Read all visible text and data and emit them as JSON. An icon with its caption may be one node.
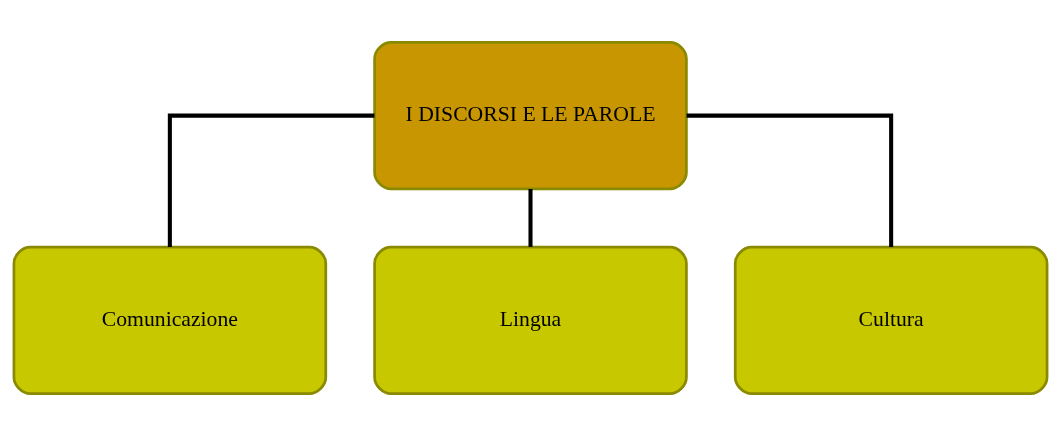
{
  "diagram": {
    "nodes": [
      {
        "text": [
          "I DISCORSI E LE PAROLE"
        ]
      },
      {
        "text": [
          "Comunicazione"
        ]
      },
      {
        "text": [
          "Lingua"
        ]
      },
      {
        "text": [
          "Cultura"
        ]
      }
    ],
    "edges": [
      {
        "from": 0,
        "to": 1,
        "arrow": "none"
      },
      {
        "from": 0,
        "to": 2,
        "arrow": "none"
      },
      {
        "from": 0,
        "to": 3,
        "arrow": "none"
      }
    ]
  }
}
